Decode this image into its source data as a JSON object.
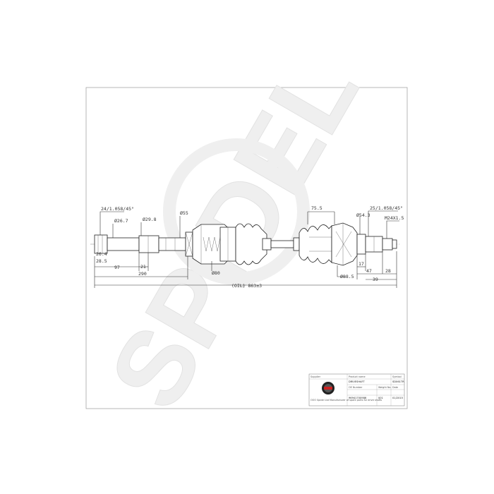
{
  "watermark": "SPIDEL",
  "dimensions": {
    "spline_left": "24/1.058/45°",
    "dia_26_7": "Ø26.7",
    "dia_29_8": "Ø29.8",
    "dia_55": "Ø55",
    "dia_80": "Ø80",
    "len_75_5": "75.5",
    "spline_right": "25/1.058/45°",
    "dia_54_3": "Ø54.3",
    "thread": "M24X1.5",
    "dia_26_4": "26.4",
    "dia_28_5": "28.5",
    "len_97": "97",
    "len_21": "21",
    "len_290": "290",
    "overall": "(OIL) 863±3",
    "dia_88_5": "Ø88.5",
    "len_17": "17",
    "len_47": "47",
    "len_28": "28",
    "len_39": "39"
  },
  "title_block": {
    "supplier_label": "Supplier",
    "supplier_text": "ООО Spidel Ltd Manufacturer of spare parts for drive shafts",
    "product_label": "Product name",
    "product_value": "DRIVESHAFT",
    "symbol_label": "Symbol",
    "symbol_value": "SD061TR",
    "oe_label": "OE Number",
    "oe_value": "96941700986",
    "weight_label": "Weight No.",
    "weight_value": "001",
    "date_label": "Date",
    "date_value": "01/2015"
  }
}
